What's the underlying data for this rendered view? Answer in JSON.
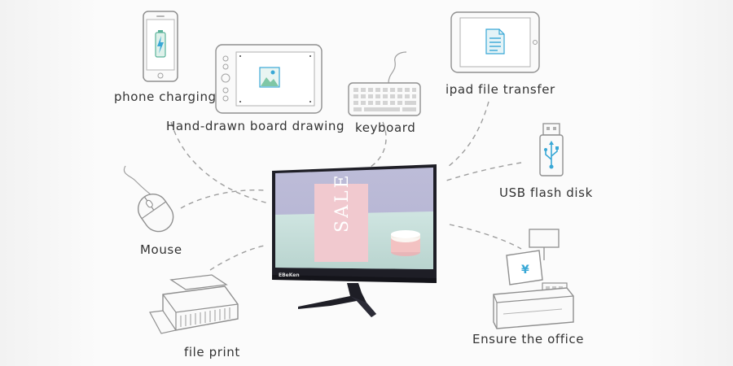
{
  "colors": {
    "line": "#9e9e9e",
    "icon_stroke": "#8f8f8f",
    "accent_blue": "#39a8d6",
    "accent_green": "#7fc7a6",
    "monitor_body": "#1e1e26",
    "screen_top": "#b9b9d6",
    "screen_bottom": "#cfe3df",
    "sale_card": "#f0c7cd"
  },
  "monitor": {
    "brand": "EBeKen",
    "screen_text": "SALE"
  },
  "devices": {
    "phone": {
      "label": "phone charging",
      "icon": "phone-icon"
    },
    "drawing_board": {
      "label": "Hand-drawn board drawing",
      "icon": "drawing-tablet-icon"
    },
    "keyboard": {
      "label": "keyboard",
      "icon": "keyboard-icon"
    },
    "ipad": {
      "label": "ipad file transfer",
      "icon": "tablet-icon"
    },
    "usb": {
      "label": "USB flash disk",
      "icon": "usb-drive-icon"
    },
    "mouse": {
      "label": "Mouse",
      "icon": "mouse-icon"
    },
    "printer": {
      "label": "file print",
      "icon": "printer-icon"
    },
    "register": {
      "label": "Ensure the office",
      "icon": "cash-register-icon"
    }
  }
}
